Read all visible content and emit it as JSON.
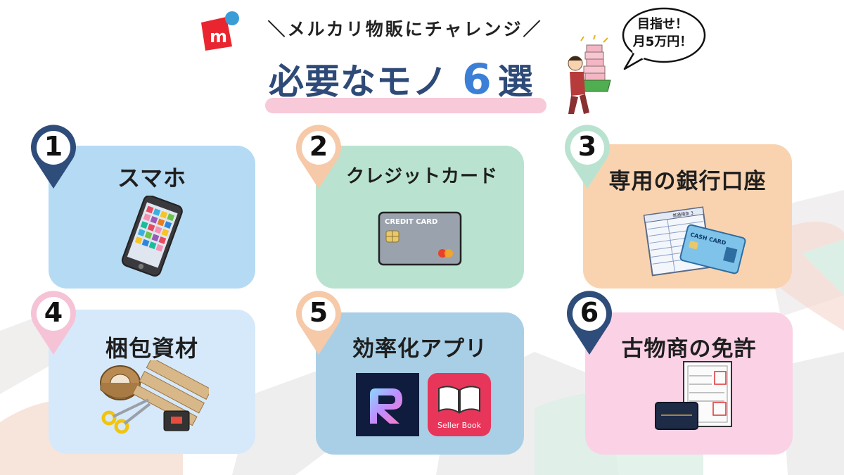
{
  "header": {
    "subtitle": "＼メルカリ物販にチャレンジ／",
    "title_main": "必要なモノ",
    "title_number": "6",
    "title_suffix": "選",
    "speech_bubble": [
      "目指せ！",
      "月5万円！"
    ]
  },
  "logo": {
    "letter": "m",
    "color": "#e9262f",
    "dot_color": "#3b9dd6"
  },
  "items": [
    {
      "number": "1",
      "label": "スマホ",
      "card_color": "#b5daf3",
      "pin_color": "#2f4d7a"
    },
    {
      "number": "2",
      "label": "クレジットカード",
      "card_color": "#b9e3d0",
      "pin_color": "#f6c9a8"
    },
    {
      "number": "3",
      "label": "専用の銀行口座",
      "card_color": "#f9d3b0",
      "pin_color": "#b9e3d0"
    },
    {
      "number": "4",
      "label": "梱包資材",
      "card_color": "#d6e9fa",
      "pin_color": "#f6c3d6"
    },
    {
      "number": "5",
      "label": "効率化アプリ",
      "card_color": "#a9cfe6",
      "pin_color": "#f6c9a8"
    },
    {
      "number": "6",
      "label": "古物商の免許",
      "card_color": "#fbd1e6",
      "pin_color": "#2f4d7a"
    }
  ],
  "credit_card": {
    "text": "CREDIT CARD"
  },
  "bank": {
    "book_label": "普通預金 3",
    "card_text": "CASH CARD"
  },
  "apps": {
    "seller_book_label": "Seller Book"
  }
}
